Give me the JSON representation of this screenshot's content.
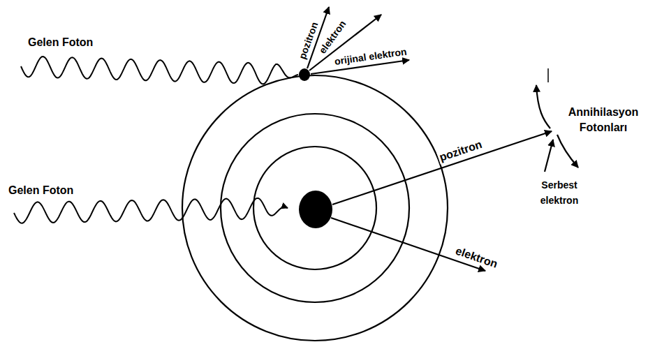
{
  "diagram": {
    "labels": [
      "Gelen Foton",
      "pozitron",
      "elektron",
      "orijinal elektron",
      "Annihilasyon Fotonları",
      "pozitron",
      "Serbest elektron",
      "elektron",
      "Gelen Foton"
    ]
  }
}
